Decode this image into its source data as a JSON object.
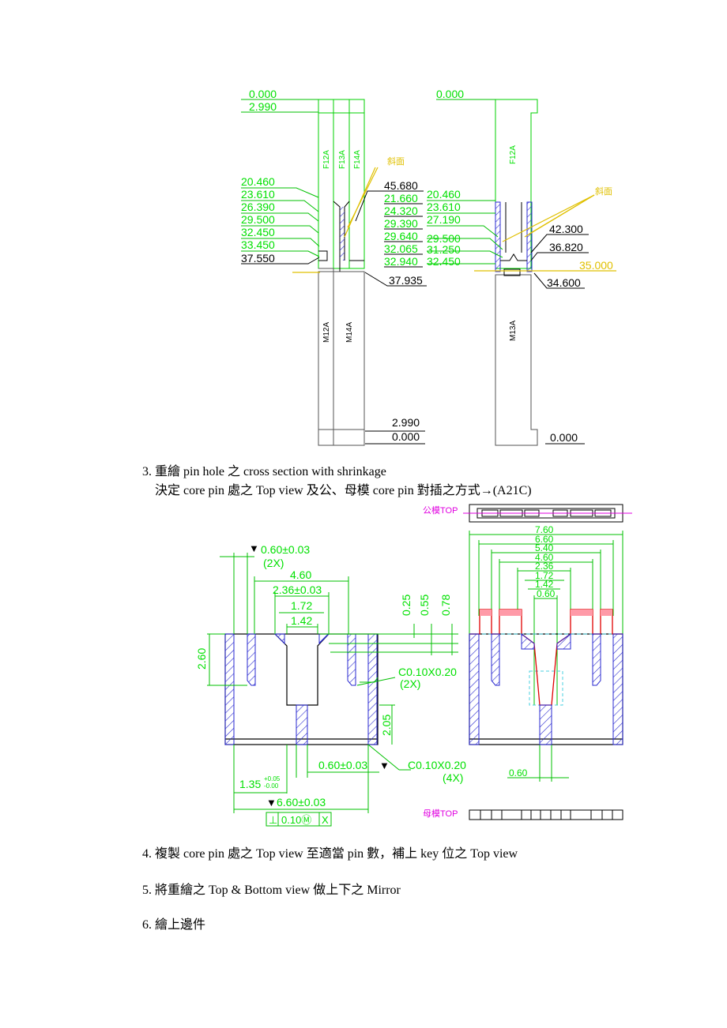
{
  "section_3": {
    "line1": "3. 重繪 pin hole 之 cross section with shrinkage",
    "line2": "決定 core pin 處之 Top view 及公、母模 core pin 對插之方式→(A21C)"
  },
  "step_4": "4. 複製 core pin 處之 Top view 至適當 pin 數，補上 key 位之 Top view",
  "step_5": "5. 將重繪之 Top & Bottom view 做上下之 Mirror",
  "step_6": "6. 繪上邊件",
  "drawing1": {
    "left_view": {
      "top_dims": [
        "0.000",
        "2.990"
      ],
      "cavity_labels": [
        "F12A",
        "F13A",
        "F14A"
      ],
      "core_labels": [
        "M12A",
        "M14A"
      ],
      "slope_label": "斜面",
      "left_dims": [
        "20.460",
        "23.610",
        "26.390",
        "29.500",
        "32.450",
        "33.450",
        "37.550"
      ],
      "right_dims": [
        "45.680",
        "21.660",
        "24.320",
        "29.390",
        "29.640",
        "32.065",
        "32.940"
      ],
      "bottom_right_dim": "37.935",
      "bottom_dims": [
        "2.990",
        "0.000"
      ]
    },
    "right_view": {
      "top_dim": "0.000",
      "cavity_label": "F12A",
      "core_label": "M13A",
      "slope_label": "斜面",
      "left_dims": [
        "20.460",
        "23.610",
        "27.190",
        "29.500",
        "31.250",
        "32.450"
      ],
      "right_dims": [
        "42.300",
        "36.820"
      ],
      "parting_dim": "35.000",
      "low_dim": "34.600",
      "bottom_dim": "0.000"
    }
  },
  "drawing2": {
    "left": {
      "dims": [
        "0.60±0.03",
        "(2X)",
        "4.60",
        "2.36±0.03",
        "1.72",
        "1.42",
        "2.60",
        "0.25",
        "0.55",
        "0.78",
        "C0.10X0.20",
        "(2X)",
        "2.05",
        "0.60±0.03",
        "C0.10X0.20",
        "(4X)",
        "6.60±0.03"
      ],
      "dim_135": "1.35",
      "tol_plus": "+0.05",
      "tol_minus": "-0.00",
      "gdt_flatness": "⊥",
      "gdt_value": "0.10Ⓜ",
      "gdt_datum": "X",
      "datum_triangle": "▼"
    },
    "right": {
      "male_label": "公模TOP",
      "female_label": "母模TOP",
      "dims": [
        "7.60",
        "6.60",
        "5.40",
        "4.60",
        "2.36",
        "1.72",
        "1.42",
        "0.60"
      ],
      "bottom_dim": "0.60"
    }
  }
}
